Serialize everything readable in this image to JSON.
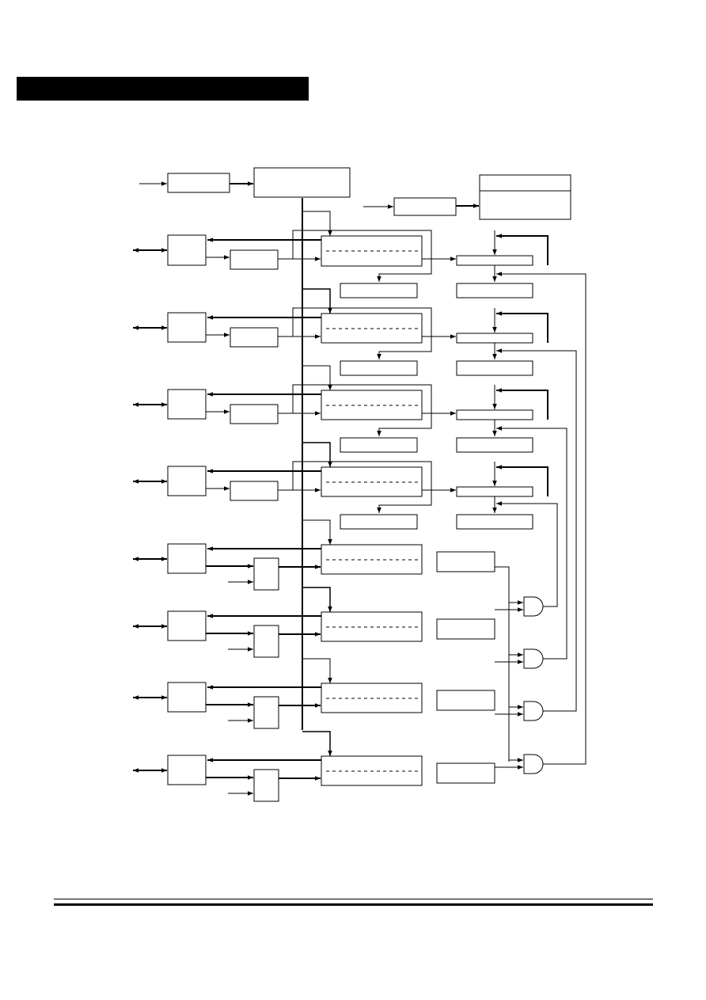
{
  "colors": {
    "ink": "#000000",
    "paper": "#ffffff"
  },
  "header": {
    "bar": "black-title-bar"
  },
  "diagram": {
    "port_rows": 8,
    "timer_rows": 4,
    "and_gates": 4
  },
  "footer": {
    "rules": 2
  }
}
